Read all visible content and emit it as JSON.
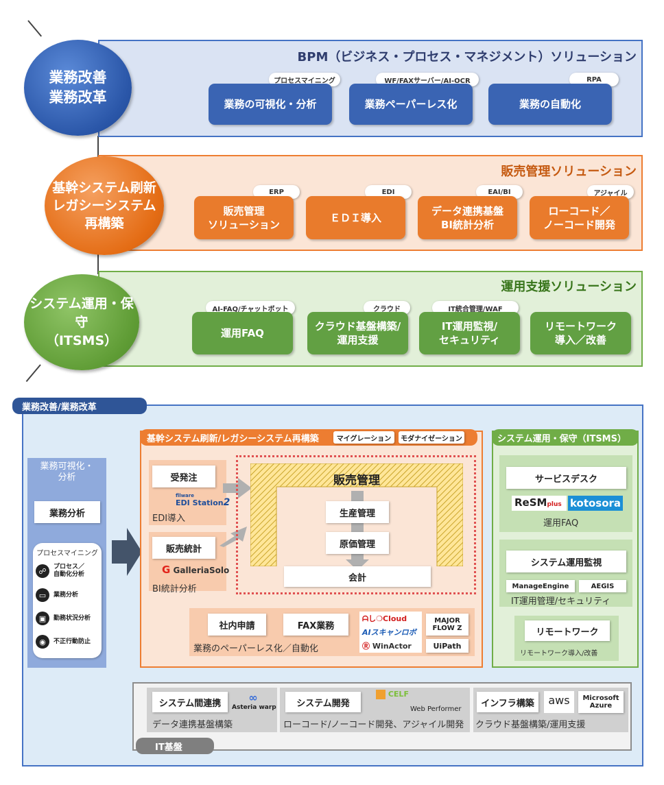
{
  "colors": {
    "blue": "#2f5597",
    "orange": "#ed7d31",
    "green": "#70ad47",
    "gray": "#7f7f7f"
  },
  "top": {
    "bpm": {
      "circle": "業務改善\n業務改革",
      "title": "BPM（ビジネス・プロセス・マネジメント）ソリューション",
      "items": [
        {
          "tag": "プロセスマイニング",
          "label": "業務の可視化・分析"
        },
        {
          "tag": "WF/FAXサーバー/AI-OCR",
          "label": "業務ペーパーレス化"
        },
        {
          "tag": "RPA",
          "label": "業務の自動化"
        }
      ]
    },
    "sales": {
      "circle": "基幹システム刷新\nレガシーシステム\n再構築",
      "title": "販売管理ソリューション",
      "items": [
        {
          "tag": "ERP",
          "label": "販売管理\nソリューション"
        },
        {
          "tag": "EDI",
          "label": "ＥＤＩ導入"
        },
        {
          "tag": "EAI/BI",
          "label": "データ連携基盤\nBI統計分析"
        },
        {
          "tag": "アジャイル",
          "label": "ローコード／\nノーコード開発"
        }
      ]
    },
    "ops": {
      "circle": "システム運用・保守\n（ITSMS）",
      "title": "運用支援ソリューション",
      "items": [
        {
          "tag": "AI-FAQ/チャットボット",
          "label": "運用FAQ"
        },
        {
          "tag": "クラウド",
          "label": "クラウド基盤構築/\n運用支援"
        },
        {
          "tag": "IT統合管理/WAF",
          "label": "IT運用監視/\nセキュリティ"
        },
        {
          "tag": "",
          "label": "リモートワーク\n導入／改善"
        }
      ]
    }
  },
  "bottom": {
    "header": "業務改善/業務改革",
    "left": {
      "title": "業務可視化・\n分析",
      "box": "業務分析",
      "pm_title": "プロセスマイニング",
      "items": [
        {
          "icon": "☍",
          "label": "プロセス／\n自動化分析"
        },
        {
          "icon": "▭",
          "label": "業務分析"
        },
        {
          "icon": "▣",
          "label": "勤務状況分析"
        },
        {
          "icon": "◉",
          "label": "不正行動防止"
        }
      ]
    },
    "core": {
      "header": "基幹システム刷新/レガシーシステム再構築",
      "chips": [
        "マイグレーション",
        "モダナイゼーション"
      ],
      "juchu": "受発注",
      "edi_logo_small": "fllware",
      "edi_logo": "EDI Station",
      "edi_logo_num": "2",
      "edi_label": "EDI導入",
      "hanbai_toukei": "販売統計",
      "galleria": "GalleriaSolo",
      "bi_label": "BI統計分析",
      "hanbai_kanri": "販売管理",
      "seisan": "生産管理",
      "genka": "原価管理",
      "kaikei": "会計",
      "shanai": "社内申請",
      "fax": "FAX業務",
      "logo_cloud": "Cloud",
      "logo_cloud_prefix": "ᗩし❍",
      "logo_ai": "AIスキャンロボ",
      "logo_winactor": "WinActor",
      "major": "MAJOR\nFLOW Z",
      "uipath": "UiPath",
      "paperless_label": "業務のペーパーレス化／自動化"
    },
    "ops": {
      "header": "システム運用・保守（ITSMS）",
      "servicedesk": "サービスデスク",
      "resm": "ReSM",
      "resm_plus": "plus",
      "kotosora": "kotosora",
      "faq_label": "運用FAQ",
      "monitor": "システム運用監視",
      "manageengine": "ManageEngine",
      "aegis": "AEGIS",
      "monitor_label": "IT運用管理/セキュリティ",
      "remote": "リモートワーク",
      "remote_label": "リモートワーク導入/改善"
    },
    "infra": {
      "label": "IT基盤",
      "renkei": "システム間連携",
      "warp_logo": "Asteria warp",
      "renkei_label": "データ連携基盤構築",
      "kaihatsu": "システム開発",
      "celf": "CELF",
      "webperformer": "Web Performer",
      "kaihatsu_label": "ローコード/ノーコード開発、アジャイル開発",
      "infra_build": "インフラ構築",
      "aws": "aws",
      "azure": "Microsoft\nAzure",
      "infra_build_label": "クラウド基盤構築/運用支援"
    }
  }
}
